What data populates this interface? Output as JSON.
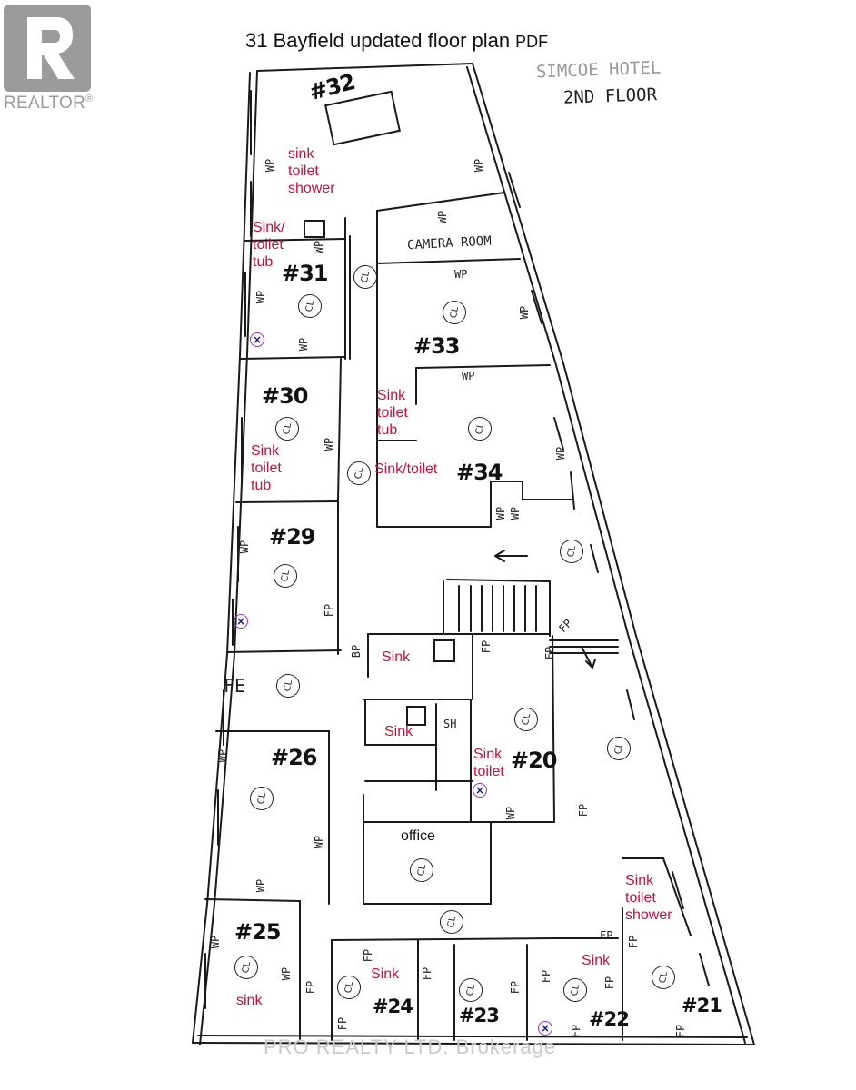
{
  "header": {
    "title": "31 Bayfield updated floor plan",
    "pdf_label": "PDF"
  },
  "logo": {
    "wordmark": "REALTOR",
    "mark": "®"
  },
  "handwritten": {
    "hotel_name": "SIMCOE HOTEL",
    "floor": "2ND FLOOR",
    "camera_room": "CAMERA ROOM",
    "fe": "FE"
  },
  "rooms": [
    "#32",
    "#31",
    "#33",
    "#30",
    "#34",
    "#29",
    "#26",
    "#20",
    "#25",
    "#24",
    "#23",
    "#22",
    "#21"
  ],
  "fixture_labels": {
    "r32": "sink\ntoilet\nshower",
    "r31": "Sink/\ntoilet\ntub",
    "r33": "Sink\ntoilet\ntub",
    "r30": "Sink\ntoilet\ntub",
    "r34": "Sink/toilet",
    "center_sink_top": "Sink",
    "center_sink_mid": "Sink",
    "r20": "Sink\ntoilet",
    "r24": "Sink",
    "r22": "Sink",
    "r21": "Sink\ntoilet\nshower",
    "r25": "sink"
  },
  "office_label": "office",
  "annotations": {
    "wp": "WP",
    "fp": "FP",
    "cl": "CL",
    "sh": "SH",
    "bp": "BP"
  },
  "watermark": "PRO REALTY LTD. Brokerage",
  "colors": {
    "fixture_text": "#c0143c",
    "ink": "#222222",
    "logo_gray": "#9b9b9b",
    "marker": "#9a33b8"
  }
}
